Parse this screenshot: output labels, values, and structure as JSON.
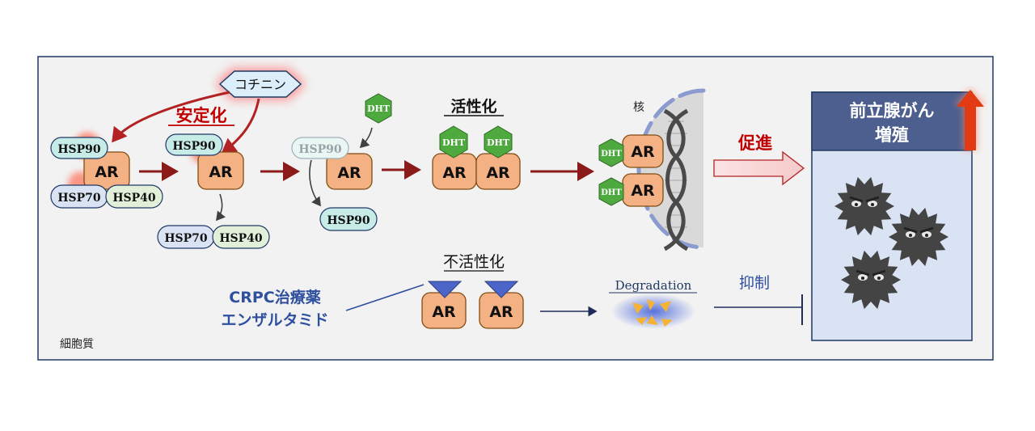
{
  "labels": {
    "cotinine": "コチニン",
    "stabilization": "安定化",
    "activation": "活性化",
    "nucleus": "核",
    "promotion": "促進",
    "prostate_cancer_line1": "前立腺がん",
    "prostate_cancer_line2": "増殖",
    "inactivation": "不活性化",
    "crpc_drug_line1": "CRPC治療薬",
    "crpc_drug_line2": "エンザルタミド",
    "degradation": "Degradation",
    "suppression": "抑制",
    "cytoplasm": "細胞質"
  },
  "molecules": {
    "hsp90": "HSP90",
    "hsp70": "HSP70",
    "hsp40": "HSP40",
    "ar": "AR",
    "dht": "DHT"
  },
  "colors": {
    "panel_bg": "#f2f2f2",
    "panel_border": "#203864",
    "dark_red_arrow": "#8b1a1a",
    "red_text": "#c00000",
    "ar_fill": "#f4b183",
    "ar_border": "#7f4d12",
    "hsp90_fill": "#c7ece7",
    "hsp70_fill": "#dae3f3",
    "hsp40_fill": "#e2f0d9",
    "dht_fill": "#4ea93f",
    "drug_blue": "#2f4f9f",
    "inhibitor_blue": "#4c65c8",
    "nucleus_fill": "#d9d9d9",
    "cancer_header": "#4d5f8f",
    "cancer_body": "#dae3f3",
    "up_arrow": "#e23a12"
  }
}
